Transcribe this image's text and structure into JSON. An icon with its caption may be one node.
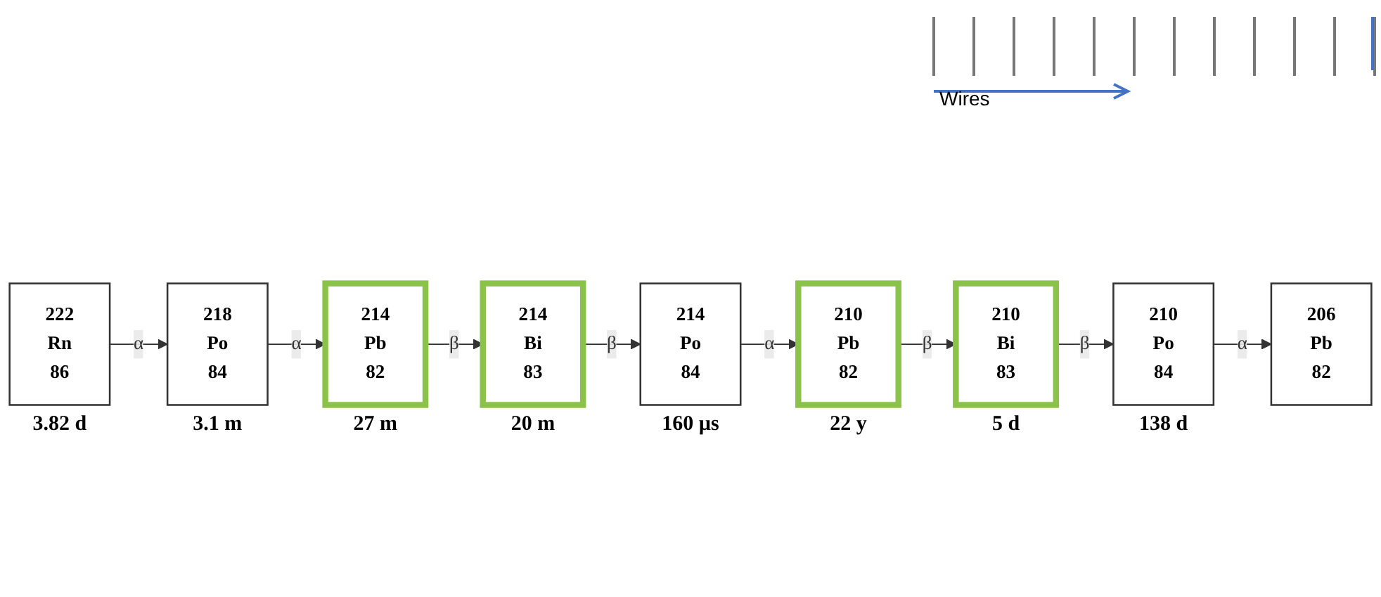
{
  "diagram": {
    "nodes": [
      {
        "text": [
          "222",
          "Rn",
          "86"
        ],
        "beside": [
          "3.82 d"
        ]
      },
      {
        "text": [
          "218",
          "Po",
          "84"
        ],
        "beside": [
          "3.1 m"
        ]
      },
      {
        "text": [
          "214",
          "Pb",
          "82"
        ],
        "beside": [
          "27 m"
        ]
      },
      {
        "text": [
          "214",
          "Bi",
          "83"
        ],
        "beside": [
          "20 m"
        ]
      },
      {
        "text": [
          "214",
          "Po",
          "84"
        ],
        "beside": [
          "160 µs"
        ]
      },
      {
        "text": [
          "210",
          "Pb",
          "82"
        ],
        "beside": [
          "22 y"
        ]
      },
      {
        "text": [
          "210",
          "Bi",
          "83"
        ],
        "beside": [
          "5 d"
        ]
      },
      {
        "text": [
          "210",
          "Po",
          "84"
        ],
        "beside": [
          "138 d"
        ]
      },
      {
        "text": [
          "206",
          "Pb",
          "82"
        ]
      }
    ],
    "edges": [
      {
        "from": 0,
        "to": 1,
        "arrow": "to",
        "label": "α"
      },
      {
        "from": 1,
        "to": 2,
        "arrow": "to",
        "label": "α"
      },
      {
        "from": 2,
        "to": 3,
        "arrow": "to",
        "label": "β"
      },
      {
        "from": 3,
        "to": 4,
        "arrow": "to",
        "label": "β"
      },
      {
        "from": 4,
        "to": 5,
        "arrow": "to",
        "label": "α"
      },
      {
        "from": 5,
        "to": 6,
        "arrow": "to",
        "label": "β"
      },
      {
        "from": 6,
        "to": 7,
        "arrow": "to",
        "label": "β"
      },
      {
        "from": 7,
        "to": 8,
        "arrow": "to",
        "label": "α"
      }
    ],
    "labels": [
      "Wires"
    ]
  }
}
